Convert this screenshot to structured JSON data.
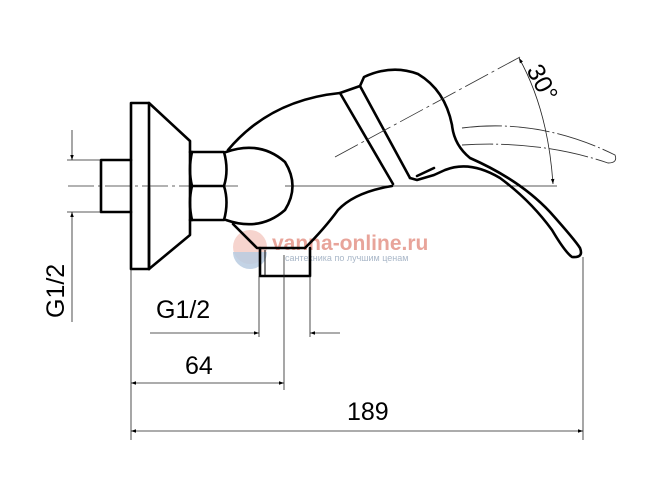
{
  "diagram": {
    "subject": "wall-mounted single-lever faucet, side view",
    "dimensions": {
      "inlet_thread_vertical": "G1/2",
      "outlet_thread_bottom": "G1/2",
      "outlet_offset": "64",
      "overall_depth": "189",
      "lever_angle": "30°"
    },
    "watermark": {
      "main": "vanna-online.ru",
      "sub": "сантехника по лучшим ценам"
    },
    "colors": {
      "line": "#000000",
      "background": "#ffffff",
      "watermark_red": "#e8a49a",
      "watermark_blue": "#a9b7c8"
    }
  }
}
